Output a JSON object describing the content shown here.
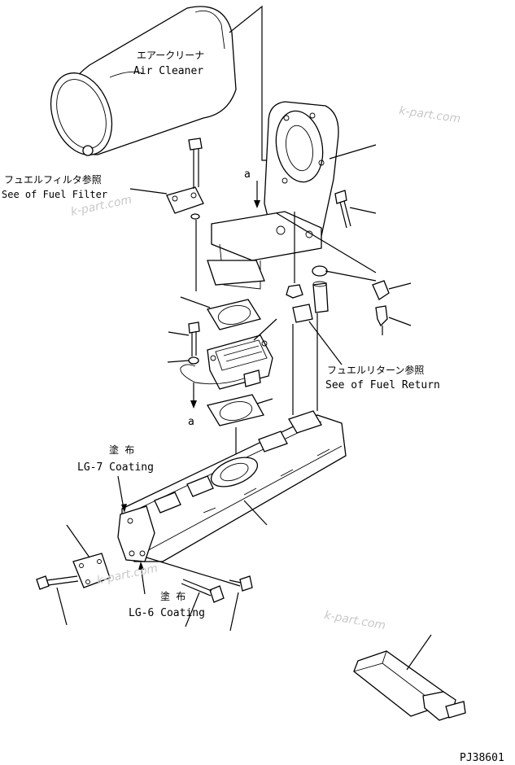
{
  "labels": {
    "air_cleaner_jp": "エアークリーナ",
    "air_cleaner_en": "Air Cleaner",
    "fuel_filter_jp": "フュエルフィルタ参照",
    "fuel_filter_en": "See of Fuel Filter",
    "fuel_return_jp": "フュエルリターン参照",
    "fuel_return_en": "See of Fuel Return",
    "coating_jp_1": "塗 布",
    "coating_en_1": "LG-7 Coating",
    "coating_jp_2": "塗 布",
    "coating_en_2": "LG-6 Coating",
    "ref_a_top": "a",
    "ref_a_bottom": "a",
    "drawing_code": "PJ38601"
  },
  "watermarks": [
    "k-part.com",
    "k-part.com",
    "k-part.com",
    "k-part.com"
  ]
}
